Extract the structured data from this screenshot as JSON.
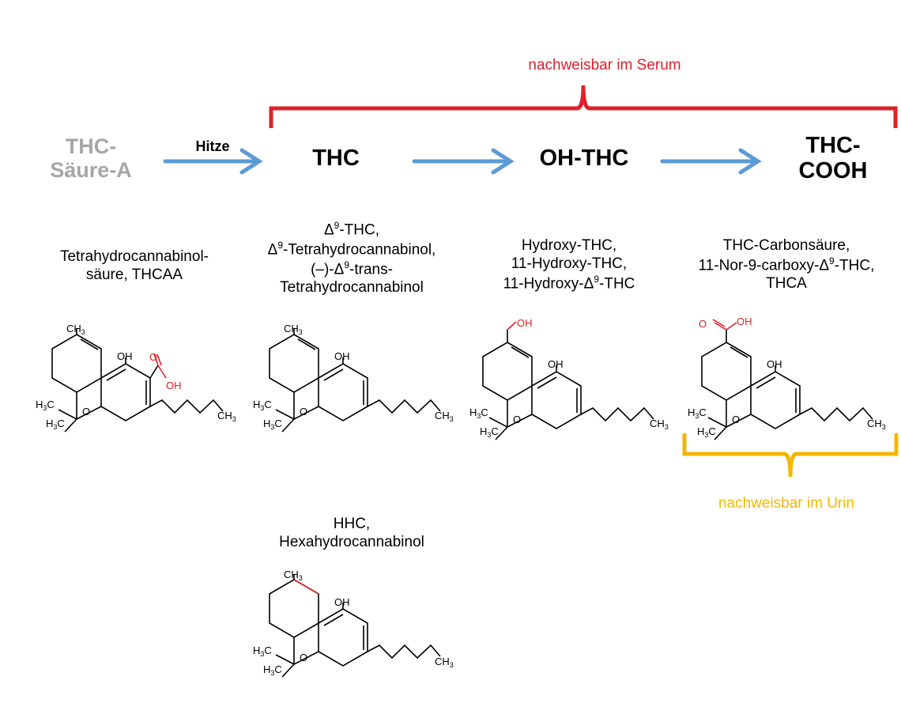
{
  "colors": {
    "serum": "#e0202a",
    "urine": "#f2b705",
    "arrow": "#5b9bd5",
    "precursor": "#a6a6a6",
    "acid_group": "#e0202a"
  },
  "serum_note": "nachweisbar im Serum",
  "urine_note": "nachweisbar im Urin",
  "stages": {
    "thca_precursor": {
      "line1": "THC-",
      "line2": "Säure-A"
    },
    "heat_label": "Hitze",
    "thc": "THC",
    "oh_thc": "OH-THC",
    "thc_cooh": {
      "line1": "THC-",
      "line2": "COOH"
    }
  },
  "descriptions": {
    "thcaa": {
      "line1": "Tetrahydrocannabinol-",
      "line2": "säure, THCAA"
    },
    "thc": {
      "line1": "Δ9-THC,",
      "line2": "Δ9-Tetrahydrocannabinol,",
      "line3": "(–)-Δ9-trans-",
      "line4": "Tetrahydrocannabinol"
    },
    "oh_thc": {
      "line1": "Hydroxy-THC,",
      "line2": "11-Hydroxy-THC,",
      "line3": "11-Hydroxy-Δ9-THC"
    },
    "thc_cooh": {
      "line1": "THC-Carbonsäure,",
      "line2": "11-Nor-9-carboxy-Δ9-THC,",
      "line3": "THCA"
    },
    "hhc": {
      "line1": "HHC,",
      "line2": "Hexahydrocannabinol"
    }
  },
  "atom_labels": {
    "ch3": "CH3",
    "oh": "OH",
    "o": "O",
    "h3c": "H3C",
    "carbonyl_o": "O"
  }
}
